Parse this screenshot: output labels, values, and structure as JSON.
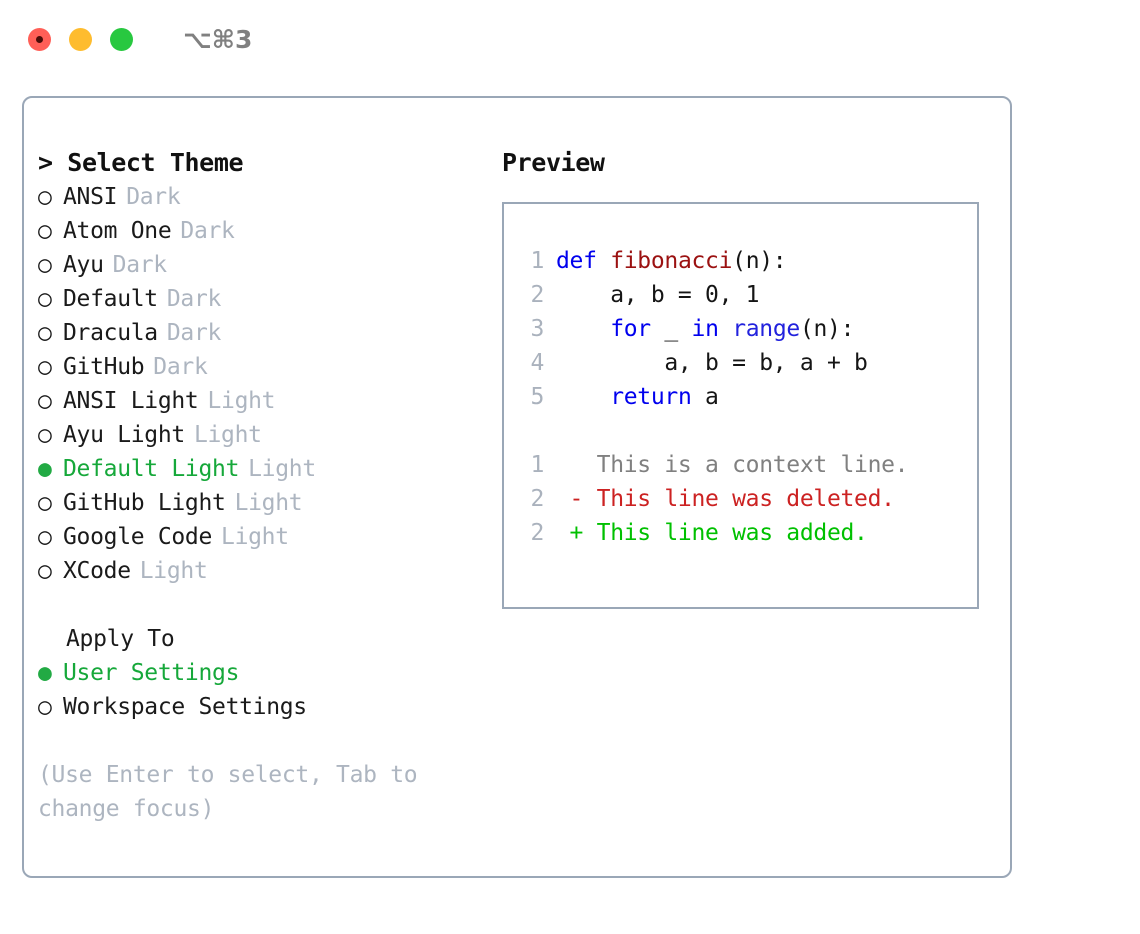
{
  "titlebar": {
    "shortcut": "⌥⌘3",
    "buttons": [
      {
        "name": "close",
        "color": "#ff5f57"
      },
      {
        "name": "minimize",
        "color": "#febc2e"
      },
      {
        "name": "maximize",
        "color": "#28c840"
      }
    ]
  },
  "theme_panel": {
    "heading": "> Select Theme",
    "selected_theme": "Default Light",
    "selected_color": "#16a83a",
    "bullet_selected": "●",
    "bullet_unselected": "○",
    "themes": [
      {
        "bullet": "○",
        "label": "ANSI",
        "tag": "Dark",
        "selected": false
      },
      {
        "bullet": "○",
        "label": "Atom One",
        "tag": "Dark",
        "selected": false
      },
      {
        "bullet": "○",
        "label": "Ayu",
        "tag": "Dark",
        "selected": false
      },
      {
        "bullet": "○",
        "label": "Default",
        "tag": "Dark",
        "selected": false
      },
      {
        "bullet": "○",
        "label": "Dracula",
        "tag": "Dark",
        "selected": false
      },
      {
        "bullet": "○",
        "label": "GitHub",
        "tag": "Dark",
        "selected": false
      },
      {
        "bullet": "○",
        "label": "ANSI Light",
        "tag": "Light",
        "selected": false
      },
      {
        "bullet": "○",
        "label": "Ayu Light",
        "tag": "Light",
        "selected": false
      },
      {
        "bullet": "●",
        "label": "Default Light",
        "tag": "Light",
        "selected": true
      },
      {
        "bullet": "○",
        "label": "GitHub Light",
        "tag": "Light",
        "selected": false
      },
      {
        "bullet": "○",
        "label": "Google Code",
        "tag": "Light",
        "selected": false
      },
      {
        "bullet": "○",
        "label": "XCode",
        "tag": "Light",
        "selected": false
      }
    ],
    "apply_to": {
      "label": "Apply To",
      "options": [
        {
          "bullet": "●",
          "label": "User Settings",
          "selected": true
        },
        {
          "bullet": "○",
          "label": "Workspace Settings",
          "selected": false
        }
      ]
    },
    "hint": "(Use Enter to select, Tab to change focus)"
  },
  "preview": {
    "title": "Preview",
    "code_lines": [
      {
        "no": "1",
        "tokens": [
          {
            "t": "def ",
            "c": "kw"
          },
          {
            "t": "fibonacci",
            "c": "fn"
          },
          {
            "t": "(n):",
            "c": "pl"
          }
        ]
      },
      {
        "no": "2",
        "tokens": [
          {
            "t": "    a, b = 0, 1",
            "c": "pl"
          }
        ]
      },
      {
        "no": "3",
        "tokens": [
          {
            "t": "    ",
            "c": "pl"
          },
          {
            "t": "for",
            "c": "kw"
          },
          {
            "t": " _ ",
            "c": "pl"
          },
          {
            "t": "in",
            "c": "kw"
          },
          {
            "t": " ",
            "c": "pl"
          },
          {
            "t": "range",
            "c": "bi"
          },
          {
            "t": "(n):",
            "c": "pl"
          }
        ]
      },
      {
        "no": "4",
        "tokens": [
          {
            "t": "        a, b = b, a + b",
            "c": "pl"
          }
        ]
      },
      {
        "no": "5",
        "tokens": [
          {
            "t": "    ",
            "c": "pl"
          },
          {
            "t": "return",
            "c": "kw"
          },
          {
            "t": " a",
            "c": "pl"
          }
        ]
      }
    ],
    "diff_lines": [
      {
        "no": "1",
        "tokens": [
          {
            "t": "   This is a context line.",
            "c": "ctx"
          }
        ]
      },
      {
        "no": "2",
        "tokens": [
          {
            "t": " - This line was deleted.",
            "c": "del"
          }
        ]
      },
      {
        "no": "2",
        "tokens": [
          {
            "t": " + This line was added.",
            "c": "add"
          }
        ]
      }
    ]
  },
  "colors": {
    "panel_border": "#9aa7b7",
    "muted_text": "#adb5c0",
    "keyword": "#0000ee",
    "function": "#9b1111",
    "builtin": "#2222dd",
    "plain": "#151515",
    "context": "#808080",
    "deleted": "#cc2222",
    "added": "#00c000"
  }
}
